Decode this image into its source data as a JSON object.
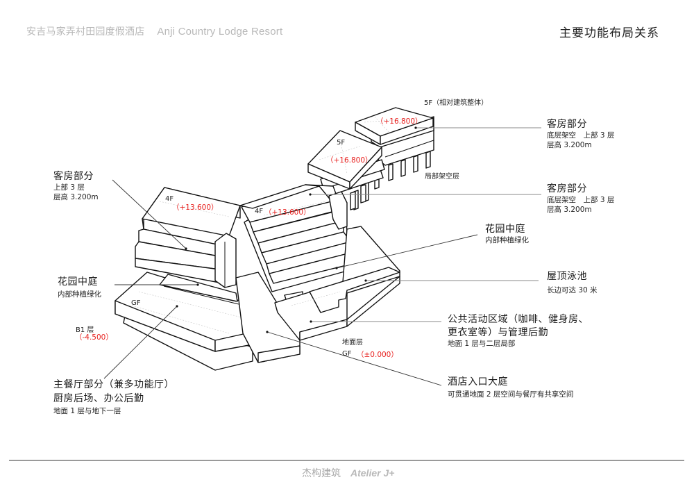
{
  "header": {
    "project_cn": "安吉马家弄村田园度假酒店",
    "project_en": "Anji Country Lodge Resort",
    "sheet_title": "主要功能布局关系"
  },
  "footer": {
    "firm_cn": "杰构建筑",
    "firm_en": "Atelier J+"
  },
  "levels": {
    "top_5f_note": "5F（相对建筑整体）",
    "right_5f_elev": "（+16.800）",
    "mid_5f_label": "5F",
    "mid_5f_elev": "（+16.800）",
    "left_4f_label": "4F",
    "left_4f_elev": "（+13.600）",
    "center_4f_label": "4F",
    "center_4f_elev": "（+13.600）",
    "gf_label": "GF",
    "b1_label": "B1 层",
    "b1_elev": "（-4.500）",
    "ground_label": "地面层",
    "ground_gf": "GF",
    "ground_elev": "（±0.000）",
    "stilt_note": "局部架空层"
  },
  "annotations": {
    "rooms_right_upper": {
      "title": "客房部分",
      "line1": "底层架空　上部 3 层",
      "line2": "层高 3.200m"
    },
    "rooms_right_lower": {
      "title": "客房部分",
      "line1": "底层架空　上部 3 层",
      "line2": "层高 3.200m"
    },
    "rooms_left": {
      "title": "客房部分",
      "line1": "上部 3 层",
      "line2": "层高 3.200m"
    },
    "garden_right": {
      "title": "花园中庭",
      "line1": "内部种植绿化"
    },
    "garden_left": {
      "title": "花园中庭",
      "line1": "内部种植绿化"
    },
    "roof_pool": {
      "title": "屋顶泳池",
      "line1": "长边可达 30 米"
    },
    "public_area": {
      "title_line1": "公共活动区域（咖啡、健身房、",
      "title_line2": "更衣室等）与管理后勤",
      "line1": "地面 1 层与二层局部"
    },
    "lobby": {
      "title": "酒店入口大庭",
      "line1": "可贯通地面 2 层空间与餐厅有共享空间"
    },
    "dining": {
      "title_line1": "主餐厅部分（兼多功能厅）",
      "title_line2": "厨房后场、办公后勤",
      "line1": "地面 1 层与地下一层"
    }
  },
  "colors": {
    "elevation_red": "#e8201e",
    "header_grey": "#b8b8b8",
    "line_black": "#111111"
  }
}
